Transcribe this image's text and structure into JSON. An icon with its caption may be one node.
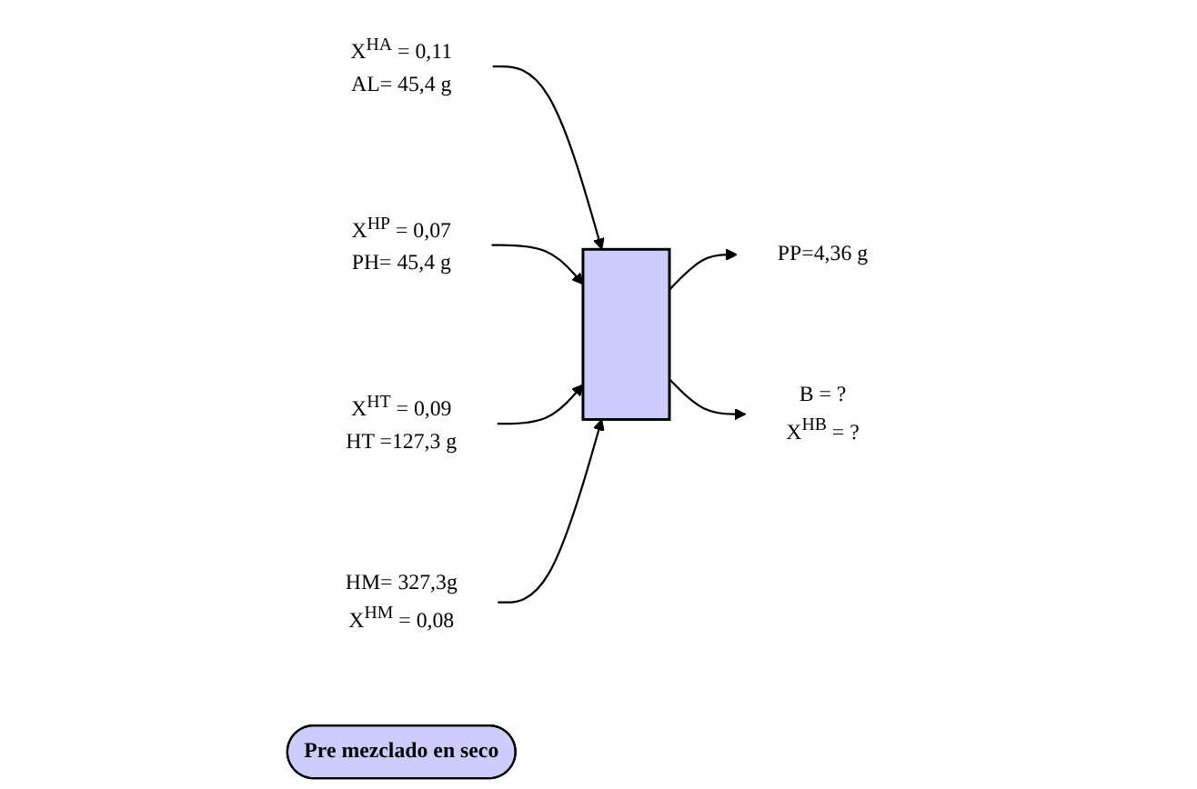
{
  "diagram": {
    "nodes": [
      {
        "text": [
          "X$^{HA}$ = 0,11",
          "AL= 45,4 g"
        ]
      },
      {
        "text": [
          "X$^{HP}$ = 0,07",
          "PH= 45,4 g"
        ]
      },
      {
        "text": [
          "X$^{HT}$ = 0,09",
          "HT =127,3 g"
        ]
      },
      {
        "text": [
          "HM= 327,3g",
          "X$^{HM}$ = 0,08"
        ]
      },
      {
        "text": [],
        "shape": "box"
      },
      {
        "text": [
          "PP=4,36 g"
        ]
      },
      {
        "text": [
          "B = ?",
          "X$^{HB}$ = ?"
        ]
      },
      {
        "text": [
          "Pre mezclado en seco"
        ]
      }
    ],
    "edges": [
      {
        "from": 0,
        "to": 4,
        "arrow": "to"
      },
      {
        "from": 1,
        "to": 4,
        "arrow": "to"
      },
      {
        "from": 2,
        "to": 4,
        "arrow": "to"
      },
      {
        "from": 3,
        "to": 4,
        "arrow": "to"
      },
      {
        "from": 4,
        "to": 5,
        "arrow": "to"
      },
      {
        "from": 4,
        "to": 6,
        "arrow": "to"
      }
    ]
  }
}
